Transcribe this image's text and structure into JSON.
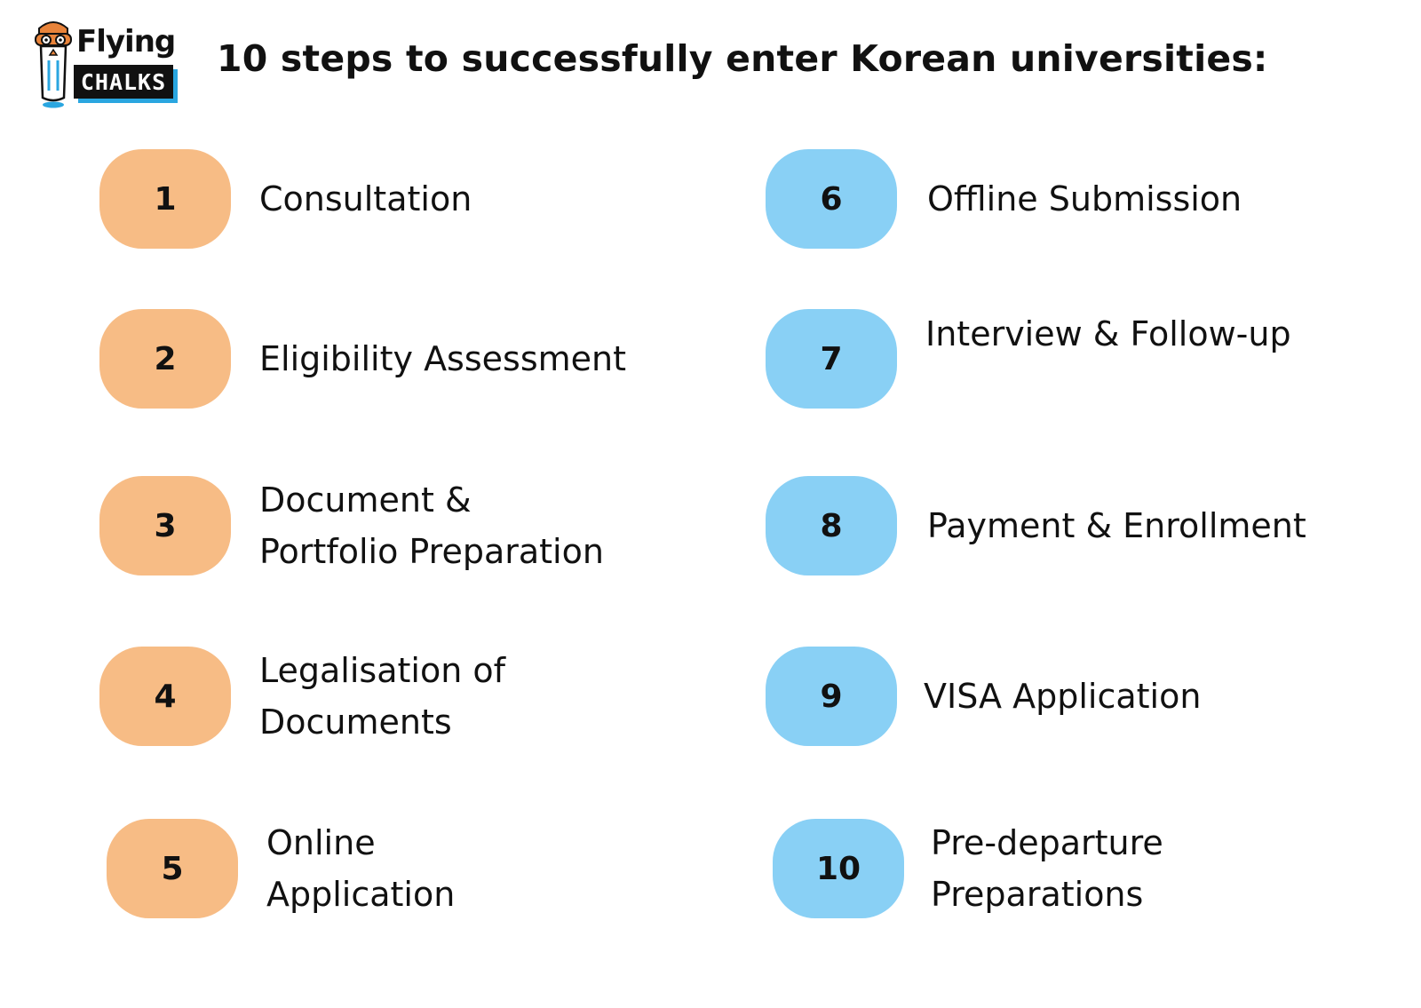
{
  "header": {
    "title": "10 steps to successfully enter Korean universities:",
    "logo": {
      "line1": "Flying",
      "line2": "CHALKS"
    }
  },
  "colors": {
    "left_badge": "#F7BC85",
    "right_badge": "#89D0F5",
    "logo_blue": "#2AA6E0",
    "logo_orange": "#E8833A"
  },
  "steps": [
    {
      "number": "1",
      "lines": [
        "Consultation"
      ]
    },
    {
      "number": "2",
      "lines": [
        "Eligibility Assessment"
      ]
    },
    {
      "number": "3",
      "lines": [
        "Document &",
        "Portfolio Preparation"
      ]
    },
    {
      "number": "4",
      "lines": [
        "Legalisation of",
        "Documents"
      ]
    },
    {
      "number": "5",
      "lines": [
        "Online",
        "Application"
      ]
    },
    {
      "number": "6",
      "lines": [
        "Offline Submission"
      ]
    },
    {
      "number": "7",
      "lines": [
        "Interview & Follow-up"
      ]
    },
    {
      "number": "8",
      "lines": [
        "Payment & Enrollment"
      ]
    },
    {
      "number": "9",
      "lines": [
        "VISA Application"
      ]
    },
    {
      "number": "10",
      "lines": [
        "Pre-departure",
        "Preparations"
      ]
    }
  ]
}
